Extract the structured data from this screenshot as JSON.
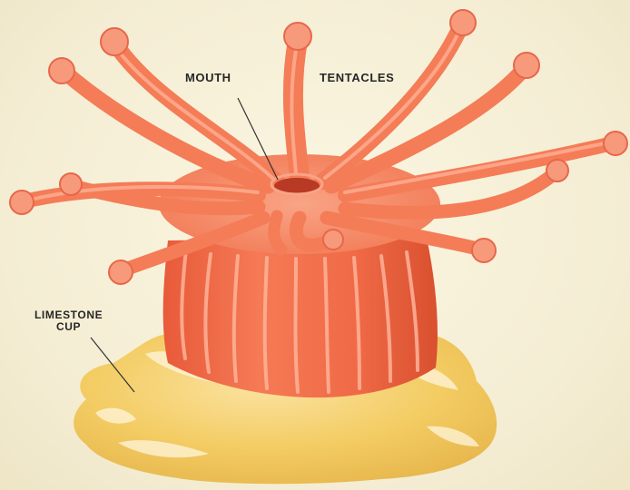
{
  "labels": {
    "mouth": "MOUTH",
    "tentacles": "TENTACLES",
    "cup_line1": "LIMESTONE",
    "cup_line2": "CUP"
  },
  "colors": {
    "background": "#f6f0d8",
    "polyp_body": "#f26a47",
    "polyp_stripe": "#ffb39a",
    "tentacle": "#f47c57",
    "tentacle_tip": "#f79a7c",
    "mouth": "#b83a24",
    "cup": "#f2cf63",
    "cup_highlight": "#fff3d2",
    "label_text": "#262626"
  }
}
